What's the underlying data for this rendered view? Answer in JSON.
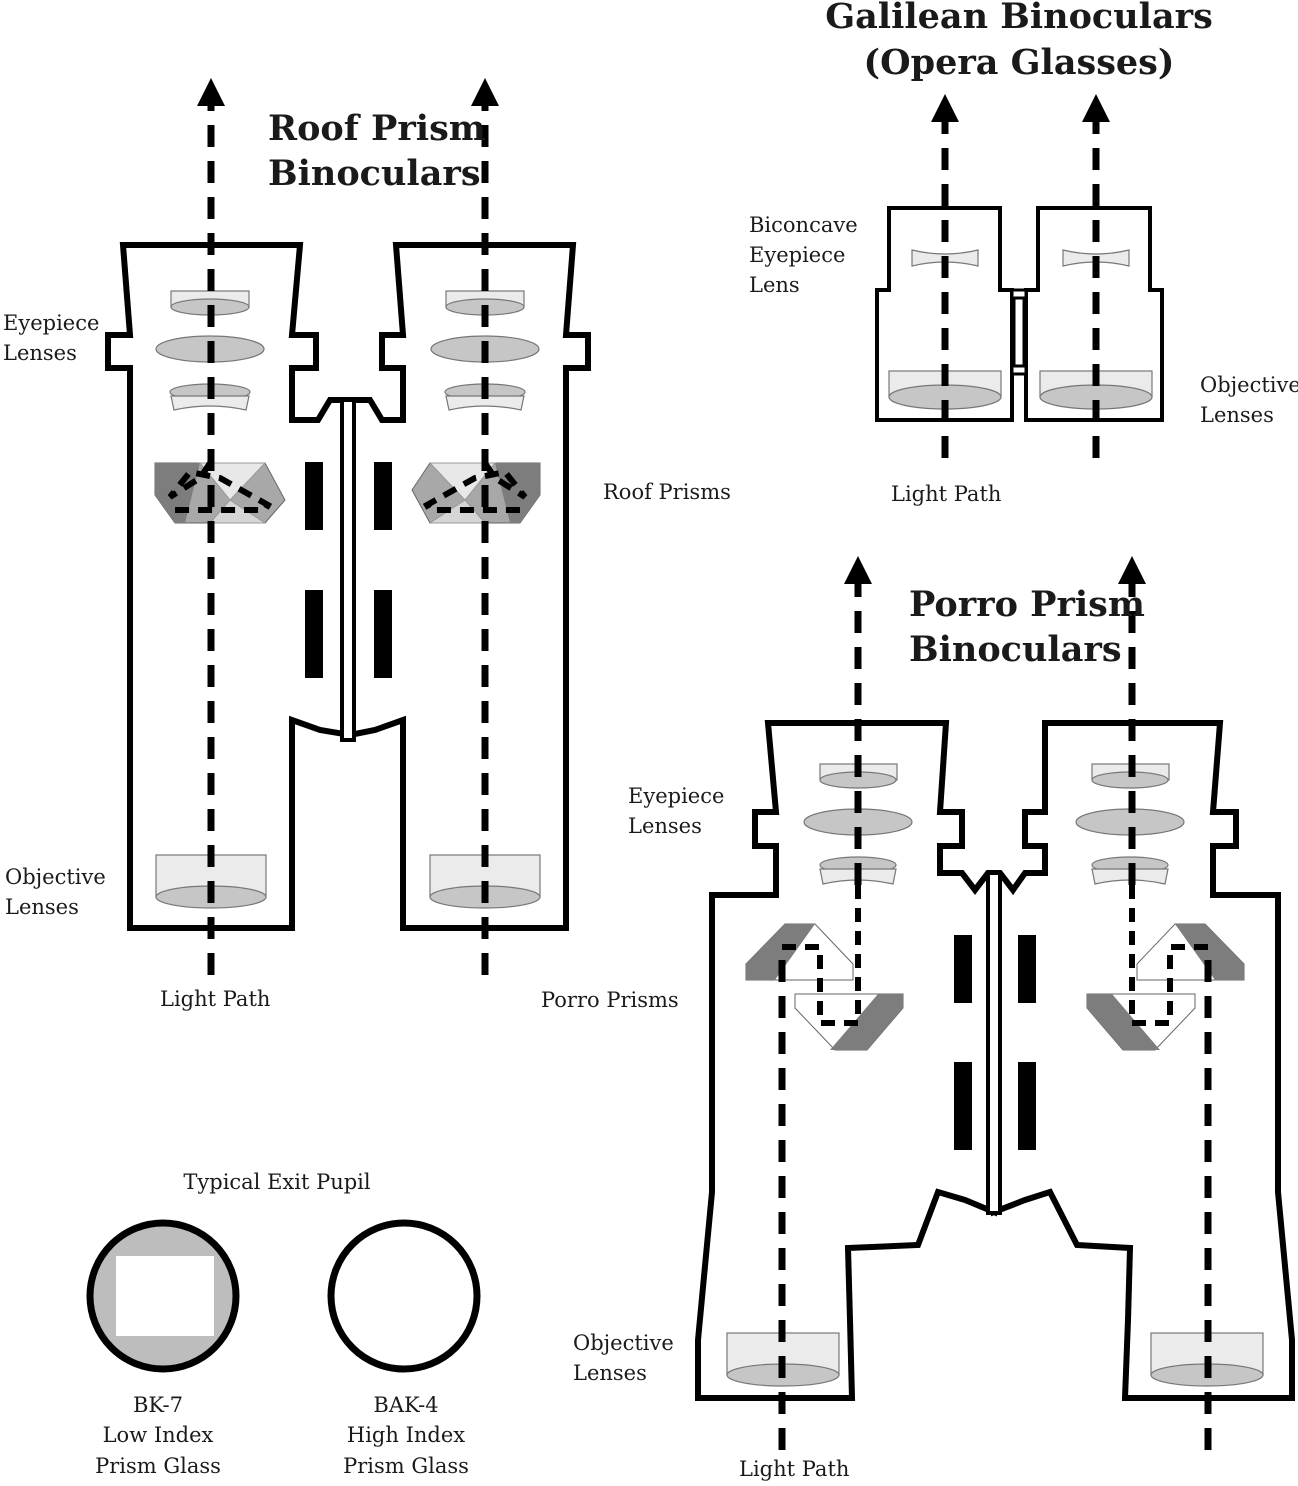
{
  "roof": {
    "title_line1": "Roof Prism",
    "title_line2": "Binoculars",
    "eyepiece_line1": "Eyepiece",
    "eyepiece_line2": "Lenses",
    "prisms": "Roof Prisms",
    "objective_line1": "Objective",
    "objective_line2": "Lenses",
    "light_path": "Light Path"
  },
  "galilean": {
    "title_line1": "Galilean Binoculars",
    "title_line2": "(Opera Glasses)",
    "eyepiece_line1": "Biconcave",
    "eyepiece_line2": "Eyepiece",
    "eyepiece_line3": "Lens",
    "objective_line1": "Objective",
    "objective_line2": "Lenses",
    "light_path": "Light Path"
  },
  "porro": {
    "title_line1": "Porro Prism",
    "title_line2": "Binoculars",
    "eyepiece_line1": "Eyepiece",
    "eyepiece_line2": "Lenses",
    "prisms": "Porro Prisms",
    "objective_line1": "Objective",
    "objective_line2": "Lenses",
    "light_path": "Light Path"
  },
  "exit_pupil": {
    "title": "Typical Exit Pupil",
    "bk7_line1": "BK-7",
    "bk7_line2": "Low Index",
    "bk7_line3": "Prism Glass",
    "bak4_line1": "BAK-4",
    "bak4_line2": "High Index",
    "bak4_line3": "Prism Glass"
  },
  "colors": {
    "outline": "#000000",
    "lens_fill": "#c6c6c6",
    "glass_fill": "#ebebeb",
    "prism_dark": "#7d7d7d",
    "prism_mid": "#a8a8a8",
    "pupil_gray": "#bdbdbd"
  }
}
